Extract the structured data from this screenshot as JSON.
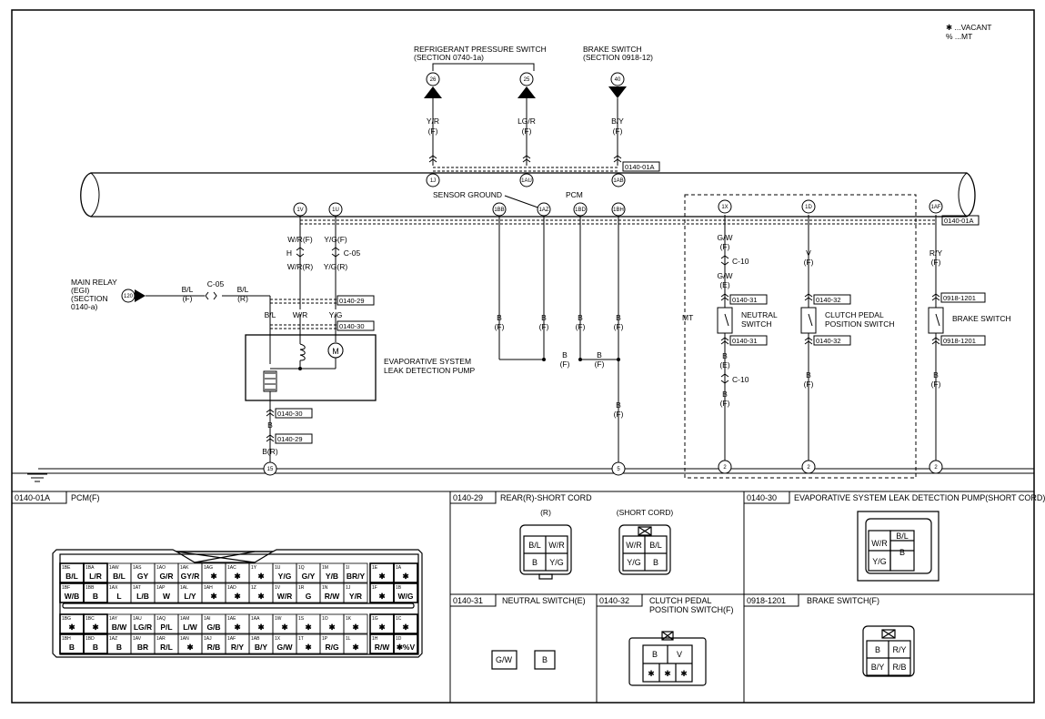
{
  "legend": {
    "vacant": "✱ ...VACANT",
    "mt": "% ...MT"
  },
  "top": {
    "refrig_switch": "REFRIGERANT PRESSURE SWITCH",
    "refrig_section": "(SECTION 0740-1a)",
    "brake_switch": "BRAKE SWITCH",
    "brake_section": "(SECTION 0918-12)",
    "pins": [
      "26",
      "25",
      "40"
    ],
    "wires": [
      {
        "color": "Y/R",
        "conn": "(F)",
        "pin": "1J"
      },
      {
        "color": "LG/R",
        "conn": "(F)",
        "pin": "1AU"
      },
      {
        "color": "B/Y",
        "conn": "(F)",
        "pin": "1AB"
      }
    ],
    "pcm_ref_top": "0140-01A"
  },
  "pcm": {
    "label": "PCM",
    "sensor_ground": "SENSOR GROUND",
    "pins": [
      "1V",
      "1U",
      "1BB",
      "1AZ",
      "1BD",
      "1BH",
      "1X",
      "1D",
      "1AF"
    ],
    "ref_right": "0140-01A"
  },
  "left": {
    "main_relay": [
      "MAIN RELAY",
      "(EGI)",
      "(SECTION",
      "0140-a)"
    ],
    "relay_pin": "120",
    "bl_f": [
      "B/L",
      "(F)"
    ],
    "c05": "C-05",
    "bl_r": [
      "B/L",
      "(R)"
    ],
    "wr_f": "W/R(F)",
    "yg_f": "Y/G(F)",
    "h": "H",
    "c05b": "C-05",
    "wr_r": "W/R(R)",
    "yg_r": "Y/G(R)",
    "ref_29": "0140-29",
    "bl": "B/L",
    "wr": "W/R",
    "yg": "Y/G",
    "ref_30": "0140-30",
    "pump": [
      "EVAPORATIVE SYSTEM",
      "LEAK DETECTION PUMP"
    ],
    "motor": "M",
    "ref_30b": "0140-30",
    "b": "B",
    "ref_29b": "0140-29",
    "br": "B(R)",
    "gnd": "15"
  },
  "mid": {
    "b_labels": [
      "B",
      "(F)"
    ],
    "gnd5": "5"
  },
  "right": {
    "mt": "MT",
    "gw_f": [
      "G/W",
      "(F)"
    ],
    "c10": "C-10",
    "gw_e": [
      "G/W",
      "(E)"
    ],
    "ref_31": "0140-31",
    "neutral": [
      "NEUTRAL",
      "SWITCH"
    ],
    "ref_31b": "0140-31",
    "be": [
      "B",
      "(E)"
    ],
    "c10b": "C-10",
    "bf": [
      "B",
      "(F)"
    ],
    "v_f": [
      "V",
      "(F)"
    ],
    "ref_32": "0140-32",
    "clutch": [
      "CLUTCH PEDAL",
      "POSITION SWITCH"
    ],
    "ref_32b": "0140-32",
    "ry_f": [
      "R/Y",
      "(F)"
    ],
    "ref_1201": "0918-1201",
    "brake": "BRAKE SWITCH",
    "ref_1201b": "0918-1201",
    "gnds": [
      "2",
      "2",
      "2"
    ]
  },
  "panels": {
    "pcm": {
      "code": "0140-01A",
      "title": "PCM(F)"
    },
    "short_cord": {
      "code": "0140-29",
      "title": "REAR(R)-SHORT CORD",
      "r": "(R)",
      "sc": "(SHORT CORD)",
      "r_cells": [
        "B/L",
        "W/R",
        "B",
        "Y/G"
      ],
      "sc_cells": [
        "W/R",
        "B/L",
        "Y/G",
        "B"
      ]
    },
    "evap": {
      "code": "0140-30",
      "title": "EVAPORATIVE SYSTEM LEAK DETECTION PUMP(SHORT CORD)",
      "cells": [
        "B/L",
        "W/R",
        "B",
        "Y/G"
      ]
    },
    "neutral": {
      "code": "0140-31",
      "title": "NEUTRAL SWITCH(E)",
      "cells": [
        "G/W",
        "B"
      ]
    },
    "clutch": {
      "code": "0140-32",
      "title": [
        "CLUTCH PEDAL",
        "POSITION SWITCH(F)"
      ],
      "cells": [
        "B",
        "V",
        "✱",
        "✱",
        "✱"
      ]
    },
    "brake": {
      "code": "0918-1201",
      "title": "BRAKE SWITCH(F)",
      "cells": [
        "B",
        "R/Y",
        "B/Y",
        "R/B"
      ]
    }
  },
  "pcm_rows": [
    [
      [
        "1BE",
        "B/L"
      ],
      [
        "1BA",
        "L/R"
      ],
      [
        "1AW",
        "B/L"
      ],
      [
        "1AS",
        "GY"
      ],
      [
        "1AO",
        "G/R"
      ],
      [
        "1AK",
        "GY/R"
      ],
      [
        "1AG",
        "✱"
      ],
      [
        "1AC",
        "✱"
      ],
      [
        "1Y",
        "✱"
      ],
      [
        "1U",
        "Y/G"
      ],
      [
        "1Q",
        "G/Y"
      ],
      [
        "1M",
        "Y/B"
      ],
      [
        "1I",
        "BR/Y"
      ],
      [
        "1E",
        "✱"
      ],
      [
        "1A",
        "✱"
      ]
    ],
    [
      [
        "1BF",
        "W/B"
      ],
      [
        "1BB",
        "B"
      ],
      [
        "1AX",
        "L"
      ],
      [
        "1AT",
        "L/B"
      ],
      [
        "1AP",
        "W"
      ],
      [
        "1AL",
        "L/Y"
      ],
      [
        "1AH",
        "✱"
      ],
      [
        "1AD",
        "✱"
      ],
      [
        "1Z",
        "✱"
      ],
      [
        "1V",
        "W/R"
      ],
      [
        "1R",
        "G"
      ],
      [
        "1N",
        "R/W"
      ],
      [
        "1J",
        "Y/R"
      ],
      [
        "1F",
        "✱"
      ],
      [
        "1B",
        "W/G"
      ]
    ],
    [
      [
        "1BG",
        "✱"
      ],
      [
        "1BC",
        "✱"
      ],
      [
        "1AY",
        "B/W"
      ],
      [
        "1AU",
        "LG/R"
      ],
      [
        "1AQ",
        "P/L"
      ],
      [
        "1AM",
        "L/W"
      ],
      [
        "1AI",
        "G/B"
      ],
      [
        "1AE",
        "✱"
      ],
      [
        "1AA",
        "✱"
      ],
      [
        "1W",
        "✱"
      ],
      [
        "1S",
        "✱"
      ],
      [
        "1O",
        "✱"
      ],
      [
        "1K",
        "✱"
      ],
      [
        "1G",
        "✱"
      ],
      [
        "1C",
        "✱"
      ]
    ],
    [
      [
        "1BH",
        "B"
      ],
      [
        "1BD",
        "B"
      ],
      [
        "1AZ",
        "B"
      ],
      [
        "1AV",
        "BR"
      ],
      [
        "1AR",
        "R/L"
      ],
      [
        "1AN",
        "✱"
      ],
      [
        "1AJ",
        "R/B"
      ],
      [
        "1AF",
        "R/Y"
      ],
      [
        "1AB",
        "B/Y"
      ],
      [
        "1X",
        "G/W"
      ],
      [
        "1T",
        "✱"
      ],
      [
        "1P",
        "R/G"
      ],
      [
        "1L",
        "✱"
      ],
      [
        "1H",
        "R/W"
      ],
      [
        "1D",
        "✱%V"
      ]
    ]
  ]
}
